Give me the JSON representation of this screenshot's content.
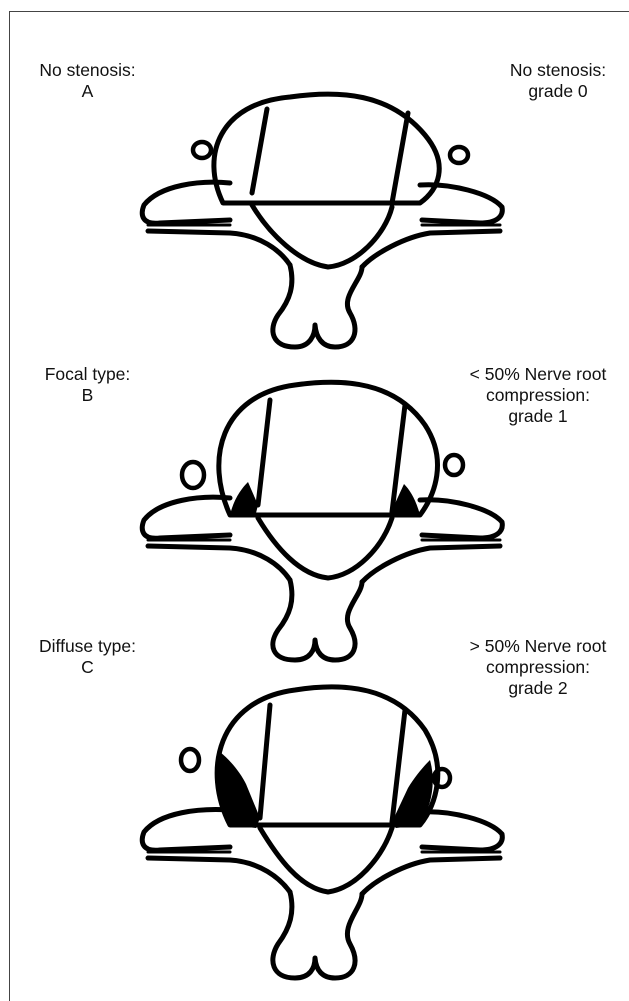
{
  "panels": [
    {
      "left_label": [
        "No stenosis:",
        "A"
      ],
      "right_label": [
        "No stenosis:",
        "grade 0"
      ],
      "stenosis": "none"
    },
    {
      "left_label": [
        "Focal type:",
        "B"
      ],
      "right_label": [
        "< 50% Nerve root",
        "compression:",
        "grade 1"
      ],
      "stenosis": "focal"
    },
    {
      "left_label": [
        "Diffuse type:",
        "C"
      ],
      "right_label": [
        "> 50% Nerve root",
        "compression:",
        "grade 2"
      ],
      "stenosis": "diffuse"
    }
  ],
  "colors": {
    "stroke": "#000000",
    "background": "#ffffff",
    "frame": "#444444"
  }
}
